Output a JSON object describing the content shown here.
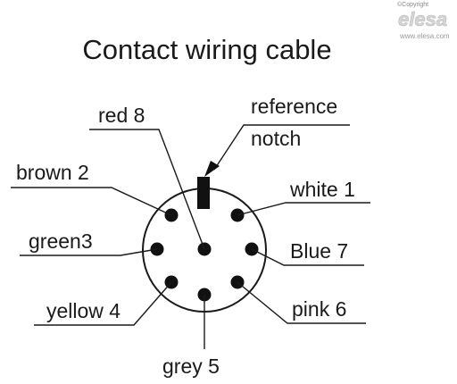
{
  "title": "Contact wiring cable",
  "watermark": {
    "copyright": "©Copyright",
    "brand": "elesa",
    "url": "www.elesa.com"
  },
  "labels": {
    "red": "red 8",
    "reference_line1": "reference",
    "reference_line2": "notch",
    "brown": "brown 2",
    "white": "white 1",
    "green": "green3",
    "blue": "Blue 7",
    "yellow": "yellow 4",
    "pink": "pink 6",
    "grey": "grey 5"
  },
  "colors": {
    "ink": "#1a1a1a",
    "watermark": "#b8b8b8"
  }
}
